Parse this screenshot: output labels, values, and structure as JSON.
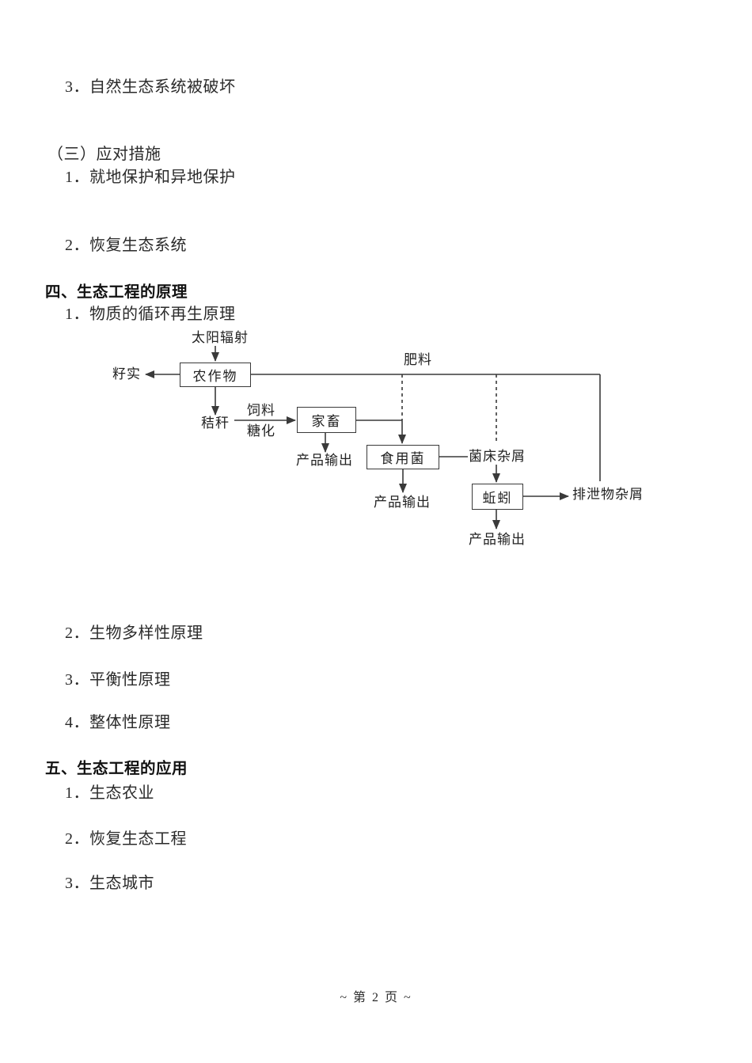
{
  "content": {
    "threats_item3": "3．自然生态系统被破坏",
    "measures_heading": "（三）应对措施",
    "measures_item1": "1．就地保护和异地保护",
    "measures_item2": "2．恢复生态系统",
    "principles_heading": "四、生态工程的原理",
    "principles_item1": "1．物质的循环再生原理",
    "principles_item2": "2．生物多样性原理",
    "principles_item3": "3．平衡性原理",
    "principles_item4": "4．整体性原理",
    "applications_heading": "五、生态工程的应用",
    "applications_item1": "1．生态农业",
    "applications_item2": "2．恢复生态工程",
    "applications_item3": "3．生态城市"
  },
  "diagram": {
    "solar_radiation": "太阳辐射",
    "crop": "农作物",
    "seeds": "籽实",
    "fertilizer": "肥料",
    "straw": "秸秆",
    "feed": "饲料",
    "saccharification": "糖化",
    "livestock": "家畜",
    "product_output": "产品输出",
    "edible_fungus": "食用菌",
    "fungus_bed_scraps": "菌床杂屑",
    "earthworm": "蚯蚓",
    "excreta_scraps": "排泄物杂屑"
  },
  "footer": {
    "page_label": "~ 第 2 页 ~"
  },
  "colors": {
    "ink": "#2a2a2a",
    "line": "#3a3a3a",
    "background": "#ffffff"
  }
}
